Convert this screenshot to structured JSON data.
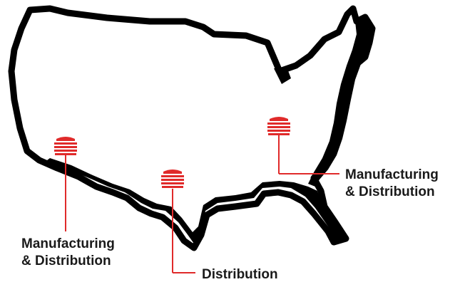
{
  "map": {
    "markers": [
      {
        "id": "west",
        "label_lines": [
          "Manufacturing",
          "& Distribution"
        ]
      },
      {
        "id": "central",
        "label_lines": [
          "Distribution"
        ]
      },
      {
        "id": "east",
        "label_lines": [
          "Manufacturing",
          "& Distribution"
        ]
      }
    ]
  },
  "colors": {
    "outline": "#000000",
    "marker": "#e02a2a",
    "label_text": "#1a1a1a",
    "background": "#ffffff"
  }
}
